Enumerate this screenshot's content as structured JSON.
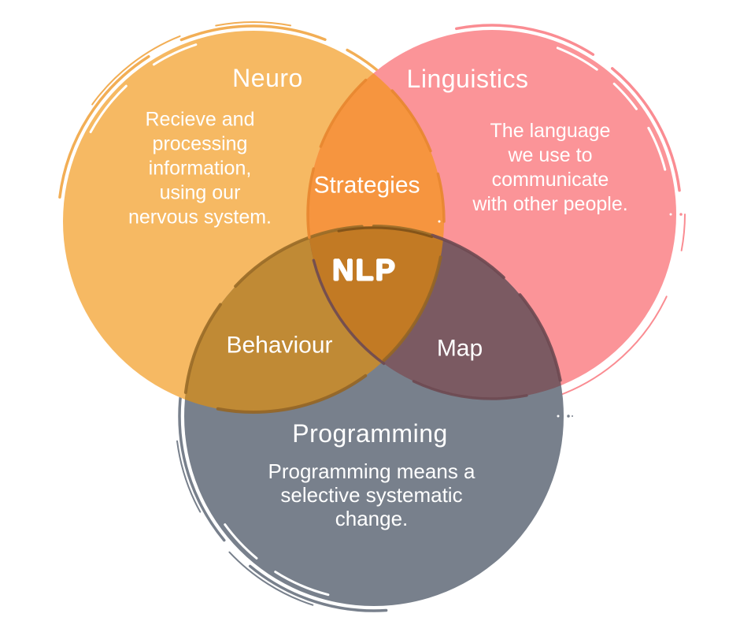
{
  "diagram_type": "venn-diagram",
  "background": "#FFFFFF",
  "text_color": "#FFFFFF",
  "circles": {
    "neuro": {
      "label": "Neuro",
      "description": "Recieve and\nprocessing\ninformation,\nusing our\nnervous system.",
      "color": "#F6B963"
    },
    "linguistics": {
      "label": "Linguistics",
      "description": "The language\nwe use to\ncommunicate\nwith other people.",
      "color": "#FB9498"
    },
    "programming": {
      "label": "Programming",
      "description": "Programming means a\nselective systematic\nchange.",
      "color": "#78808C"
    }
  },
  "overlaps": {
    "strategies": {
      "label": "Strategies",
      "between": "neuro + linguistics",
      "color": "#F6953F"
    },
    "behaviour": {
      "label": "Behaviour",
      "between": "neuro + programming",
      "color": "#C08A35"
    },
    "map": {
      "label": "Map",
      "between": "linguistics + programming",
      "color": "#7B5A62"
    },
    "nlp": {
      "label": "NLP",
      "between": "all three",
      "color": "#C27A24"
    }
  }
}
